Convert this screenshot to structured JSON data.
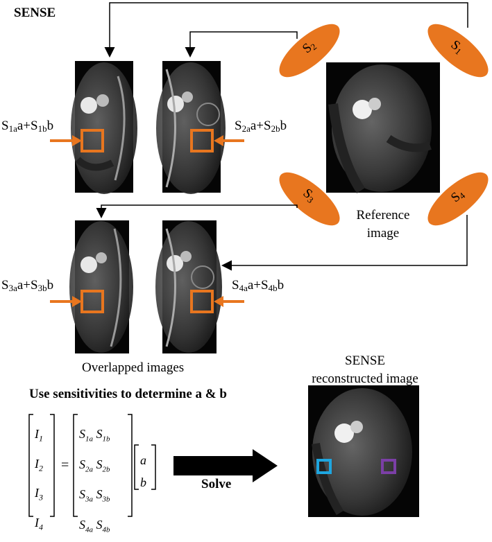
{
  "title": "SENSE",
  "reference_label_line1": "Reference",
  "reference_label_line2": "image",
  "overlapped_label": "Overlapped images",
  "recon_label_line1": "SENSE",
  "recon_label_line2": "reconstructed image",
  "use_sens_label": "Use sensitivities to determine a & b",
  "solve_label": "Solve",
  "coils": [
    {
      "id": "S1",
      "base": "S",
      "sub": "1"
    },
    {
      "id": "S2",
      "base": "S",
      "sub": "2"
    },
    {
      "id": "S3",
      "base": "S",
      "sub": "3"
    },
    {
      "id": "S4",
      "base": "S",
      "sub": "4"
    }
  ],
  "equations": {
    "img1": {
      "s": "S",
      "p": "1a",
      "mid": "a+",
      "s2": "S",
      "q": "1b",
      "end": "b"
    },
    "img2": {
      "s": "S",
      "p": "2a",
      "mid": "a+",
      "s2": "S",
      "q": "2b",
      "end": "b"
    },
    "img3": {
      "s": "S",
      "p": "3a",
      "mid": "a+",
      "s2": "S",
      "q": "3b",
      "end": "b"
    },
    "img4": {
      "s": "S",
      "p": "4a",
      "mid": "a+",
      "s2": "S",
      "q": "4b",
      "end": "b"
    }
  },
  "matrix": {
    "I": [
      {
        "base": "I",
        "sub": "1"
      },
      {
        "base": "I",
        "sub": "2"
      },
      {
        "base": "I",
        "sub": "3"
      },
      {
        "base": "I",
        "sub": "4"
      }
    ],
    "equals": "=",
    "S": [
      [
        {
          "base": "S",
          "sub": "1a"
        },
        {
          "base": "S",
          "sub": "1b"
        }
      ],
      [
        {
          "base": "S",
          "sub": "2a"
        },
        {
          "base": "S",
          "sub": "2b"
        }
      ],
      [
        {
          "base": "S",
          "sub": "3a"
        },
        {
          "base": "S",
          "sub": "3b"
        }
      ],
      [
        {
          "base": "S",
          "sub": "4a"
        },
        {
          "base": "S",
          "sub": "4b"
        }
      ]
    ],
    "unknowns": [
      "a",
      "b"
    ]
  },
  "colors": {
    "coil": "#E8761F",
    "arrow_orange": "#E8761F",
    "box_cyan": "#1EA6E0",
    "box_purple": "#7B3FA6",
    "line": "#000000"
  }
}
